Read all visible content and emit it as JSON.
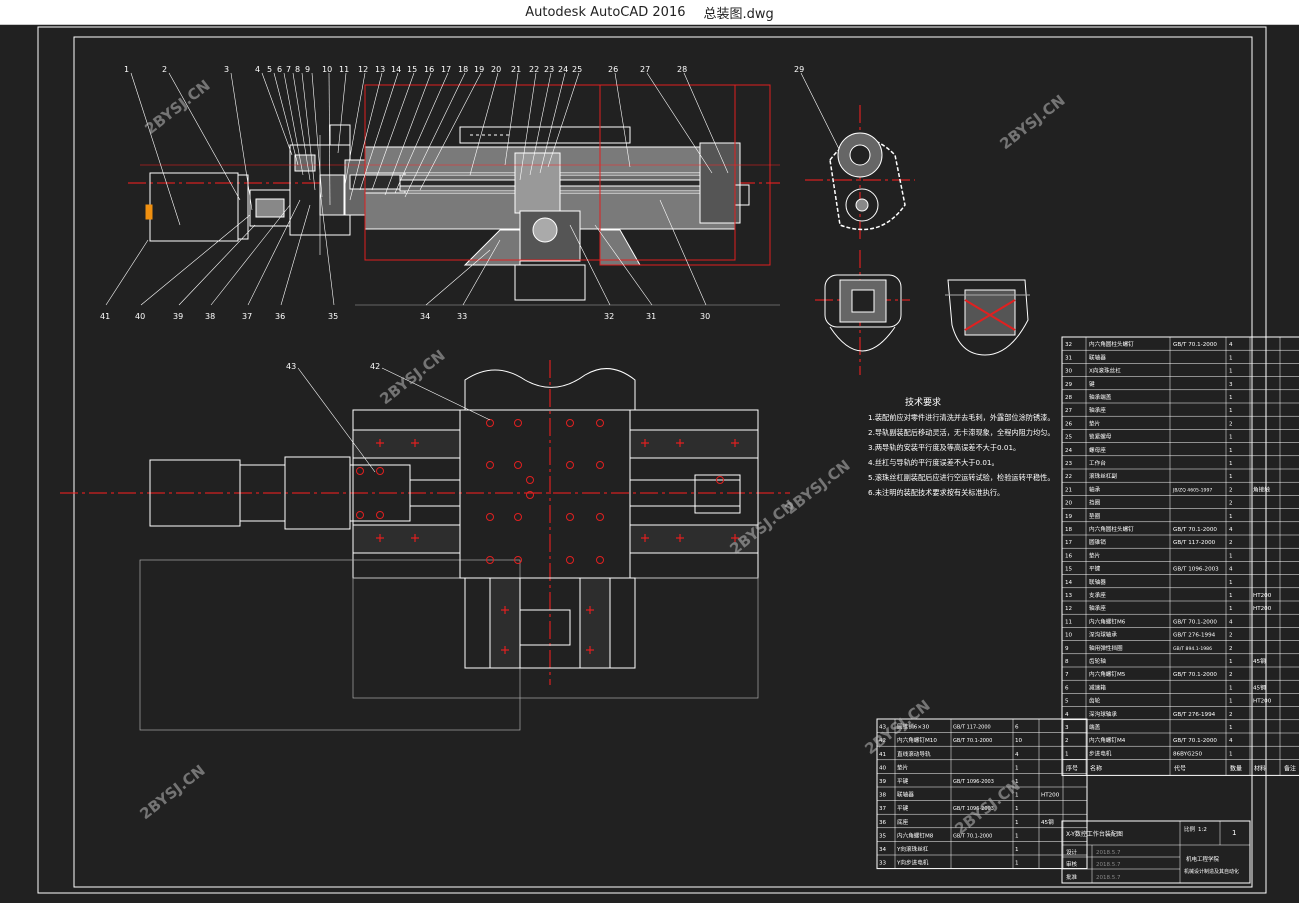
{
  "window": {
    "app_title": "Autodesk AutoCAD 2016",
    "doc_title": "总装图.dwg"
  },
  "colors": {
    "background": "#212121",
    "line": "#ffffff",
    "center_line": "#ff2020",
    "accent_red": "#e02020",
    "watermark": "#b9b9b9"
  },
  "balloons_top": [
    "1",
    "2",
    "3",
    "4",
    "5",
    "6",
    "7",
    "8",
    "9",
    "10",
    "11",
    "12",
    "13",
    "14",
    "15",
    "16",
    "17",
    "18",
    "19",
    "20",
    "21",
    "22",
    "23",
    "24",
    "25",
    "26",
    "27",
    "28",
    "29"
  ],
  "balloons_bottom": [
    "41",
    "40",
    "39",
    "38",
    "37",
    "36",
    "35",
    "34",
    "33",
    "32",
    "31",
    "30"
  ],
  "balloons_mid": [
    "43",
    "42"
  ],
  "watermark": "2BYSJ.CN",
  "tech_requirements": {
    "title": "技术要求",
    "items": [
      "1.装配前应对零件进行清洗并去毛刺，外露部位涂防锈漆。",
      "2.导轨副装配后移动灵活，无卡滞现象，全程内阻力均匀。",
      "3.两导轨的安装平行度及等高误差不大于0.01。",
      "4.丝杠与导轨的平行度误差不大于0.01。",
      "5.滚珠丝杠副装配后应进行空运转试验，检验运转平稳性。",
      "6.未注明的装配技术要求按有关标准执行。"
    ]
  },
  "bom_right": {
    "rows": [
      [
        "32",
        "内六角圆柱头螺钉",
        "GB/T 70.1-2000",
        "4",
        ""
      ],
      [
        "31",
        "联轴器",
        "",
        "1",
        ""
      ],
      [
        "30",
        "X向滚珠丝杠",
        "",
        "1",
        ""
      ],
      [
        "29",
        "键",
        "",
        "3",
        ""
      ],
      [
        "28",
        "轴承端盖",
        "",
        "1",
        ""
      ],
      [
        "27",
        "轴承座",
        "",
        "1",
        ""
      ],
      [
        "26",
        "垫片",
        "",
        "2",
        ""
      ],
      [
        "25",
        "锁紧螺母",
        "",
        "1",
        ""
      ],
      [
        "24",
        "螺母座",
        "",
        "1",
        ""
      ],
      [
        "23",
        "工作台",
        "",
        "1",
        ""
      ],
      [
        "22",
        "滚珠丝杠副",
        "",
        "1",
        ""
      ],
      [
        "21",
        "轴承",
        "JB/ZQ 4605-1997",
        "2",
        "角接触"
      ],
      [
        "20",
        "挡圈",
        "",
        "2",
        ""
      ],
      [
        "19",
        "垫圈",
        "",
        "1",
        ""
      ],
      [
        "18",
        "内六角圆柱头螺钉",
        "GB/T 70.1-2000",
        "4",
        ""
      ],
      [
        "17",
        "圆锥销",
        "GB/T 117-2000",
        "2",
        ""
      ],
      [
        "16",
        "垫片",
        "",
        "1",
        ""
      ],
      [
        "15",
        "平键",
        "GB/T 1096-2003",
        "4",
        ""
      ],
      [
        "14",
        "联轴器",
        "",
        "1",
        ""
      ],
      [
        "13",
        "支承座",
        "",
        "1",
        "HT200"
      ],
      [
        "12",
        "轴承座",
        "",
        "1",
        "HT200"
      ],
      [
        "11",
        "内六角螺钉M6",
        "GB/T 70.1-2000",
        "4",
        ""
      ],
      [
        "10",
        "深沟球轴承",
        "GB/T 276-1994",
        "2",
        ""
      ],
      [
        "9",
        "轴用弹性挡圈",
        "GB/T 894.1-1986",
        "2",
        ""
      ],
      [
        "8",
        "齿轮轴",
        "",
        "1",
        "45钢"
      ],
      [
        "7",
        "内六角螺钉M5",
        "GB/T 70.1-2000",
        "2",
        ""
      ],
      [
        "6",
        "减速箱",
        "",
        "1",
        "45钢"
      ],
      [
        "5",
        "齿轮",
        "",
        "1",
        "HT200"
      ],
      [
        "4",
        "深沟球轴承",
        "GB/T 276-1994",
        "2",
        ""
      ],
      [
        "3",
        "端盖",
        "",
        "1",
        ""
      ],
      [
        "2",
        "内六角螺钉M4",
        "GB/T 70.1-2000",
        "4",
        ""
      ],
      [
        "1",
        "步进电机",
        "86BYG250",
        "1",
        ""
      ]
    ],
    "header": [
      "序号",
      "名称",
      "代号",
      "数量",
      "材料",
      "备注"
    ]
  },
  "bom_left": {
    "rows": [
      [
        "43",
        "圆锥销6×30",
        "GB/T 117-2000",
        "6",
        ""
      ],
      [
        "42",
        "内六角螺钉M10",
        "GB/T 70.1-2000",
        "10",
        ""
      ],
      [
        "41",
        "直线滚动导轨",
        "",
        "4",
        ""
      ],
      [
        "40",
        "垫片",
        "",
        "1",
        ""
      ],
      [
        "39",
        "平键",
        "GB/T 1096-2003",
        "1",
        ""
      ],
      [
        "38",
        "联轴器",
        "",
        "1",
        "HT200"
      ],
      [
        "37",
        "平键",
        "GB/T 1096-2003",
        "1",
        ""
      ],
      [
        "36",
        "底座",
        "",
        "1",
        "45钢"
      ],
      [
        "35",
        "内六角螺钉M8",
        "GB/T 70.1-2000",
        "1",
        ""
      ],
      [
        "34",
        "Y向滚珠丝杠",
        "",
        "1",
        ""
      ],
      [
        "33",
        "Y向步进电机",
        "",
        "1",
        ""
      ]
    ]
  },
  "title_block": {
    "drawing_name": "X-Y数控工作台装配图",
    "scale_label": "比例",
    "scale_value": "1:2",
    "sheet": "1",
    "design": "设计",
    "check": "审核",
    "approve": "批准",
    "date1": "2018.5.7",
    "date2": "2018.5.7",
    "date3": "2018.5.7",
    "school": "机电工程学院",
    "org": "机械设计制造及其自动化"
  }
}
